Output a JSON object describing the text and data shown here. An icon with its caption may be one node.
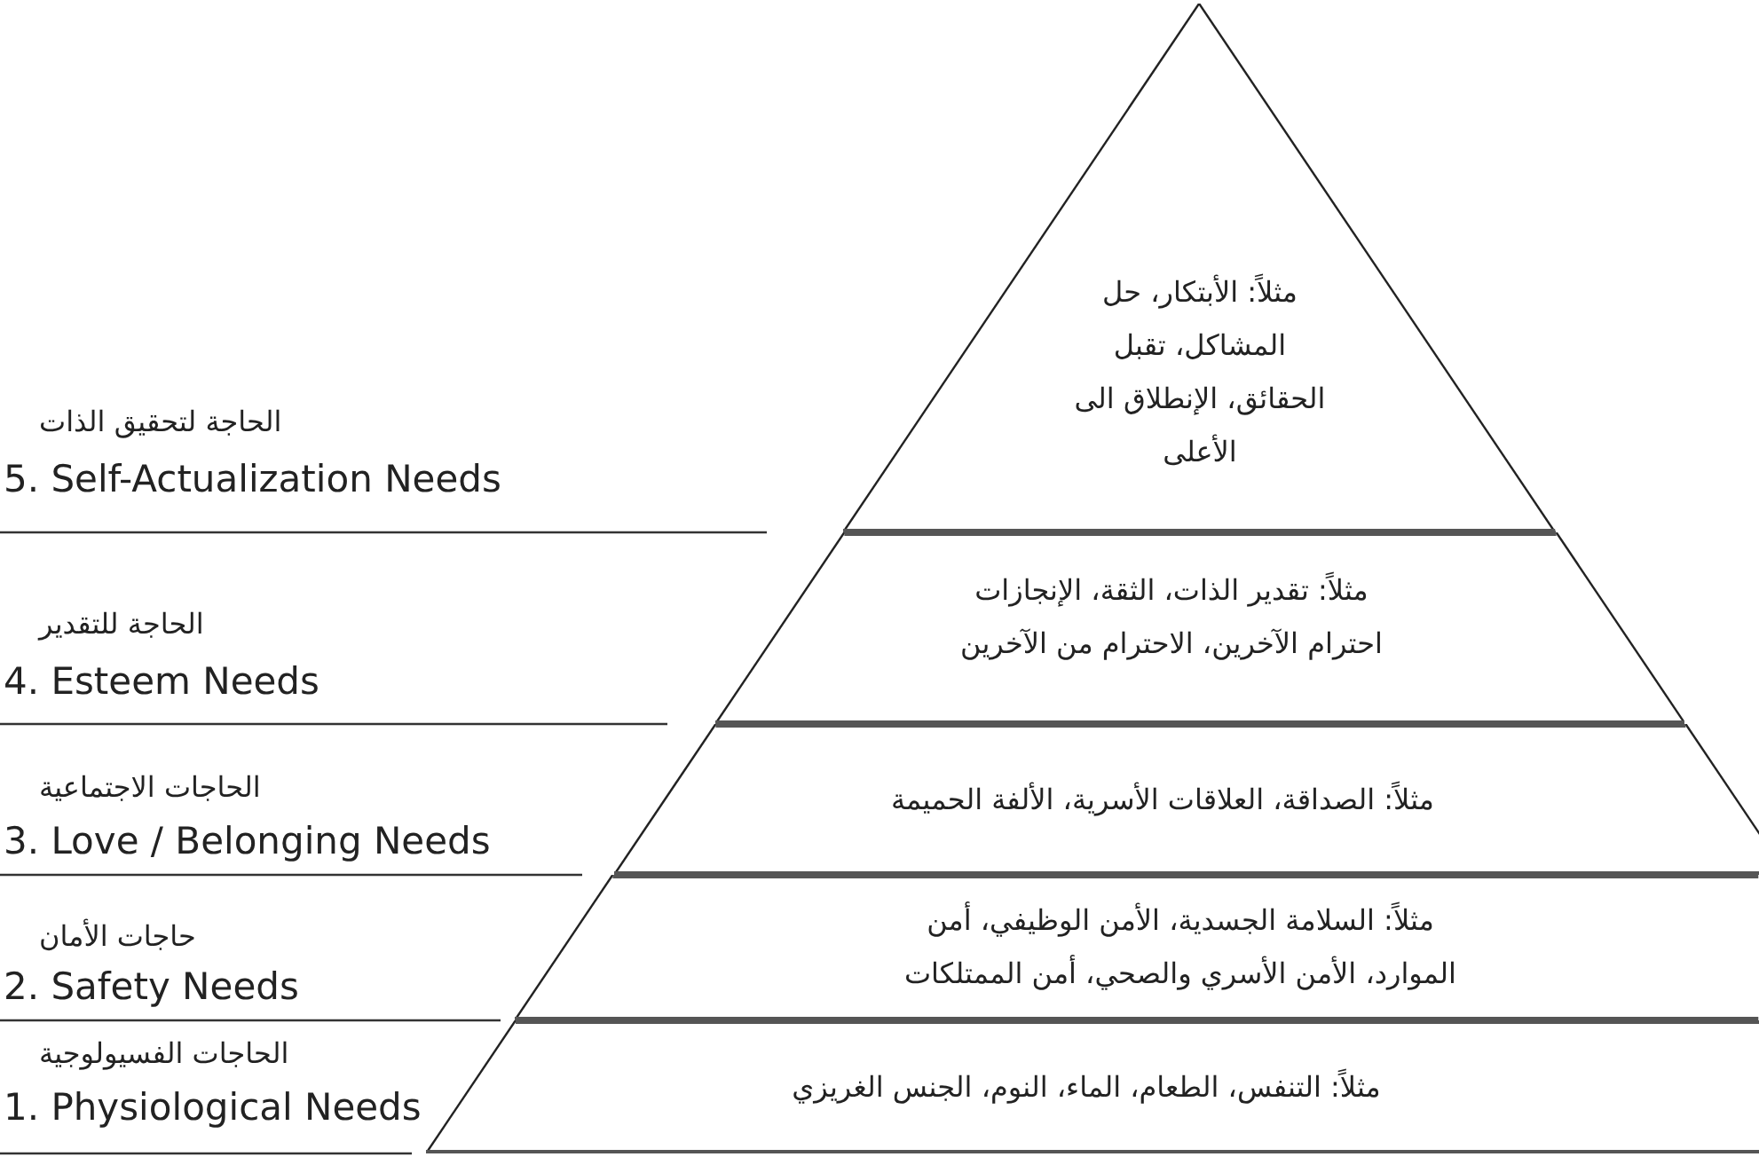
{
  "diagram": {
    "nodes": [
      {
        "text": [
          "مثلاً: الأبتكار، حل المشاكل، تقبل الحقائق، الإنطلاق الى الأعلى"
        ],
        "beside": [
          "الحاجة لتحقيق الذات",
          "5. Self-Actualization Needs"
        ]
      },
      {
        "text": [
          "مثلاً: تقدير الذات، الثقة، الإنجازات احترام الآخرين، الاحترام من الآخرين"
        ],
        "beside": [
          "الحاجة للتقدير",
          "4. Esteem Needs"
        ]
      },
      {
        "text": [
          "مثلاً: الصداقة، العلاقات الأسرية، الألفة الحميمة"
        ],
        "beside": [
          "الحاجات الاجتماعية",
          "3. Love / Belonging Needs"
        ]
      },
      {
        "text": [
          "مثلاً: السلامة الجسدية، الأمن الوظيفي، أمن الموارد، الأمن الأسري والصحي، أمن الممتلكات"
        ],
        "beside": [
          "حاجات الأمان",
          "2. Safety Needs"
        ]
      },
      {
        "text": [
          "مثلاً: التنفس، الطعام، الماء، النوم، الجنس الغريزي"
        ],
        "beside": [
          "الحاجات الفسيولوجية",
          "1. Physiological Needs"
        ]
      }
    ]
  }
}
